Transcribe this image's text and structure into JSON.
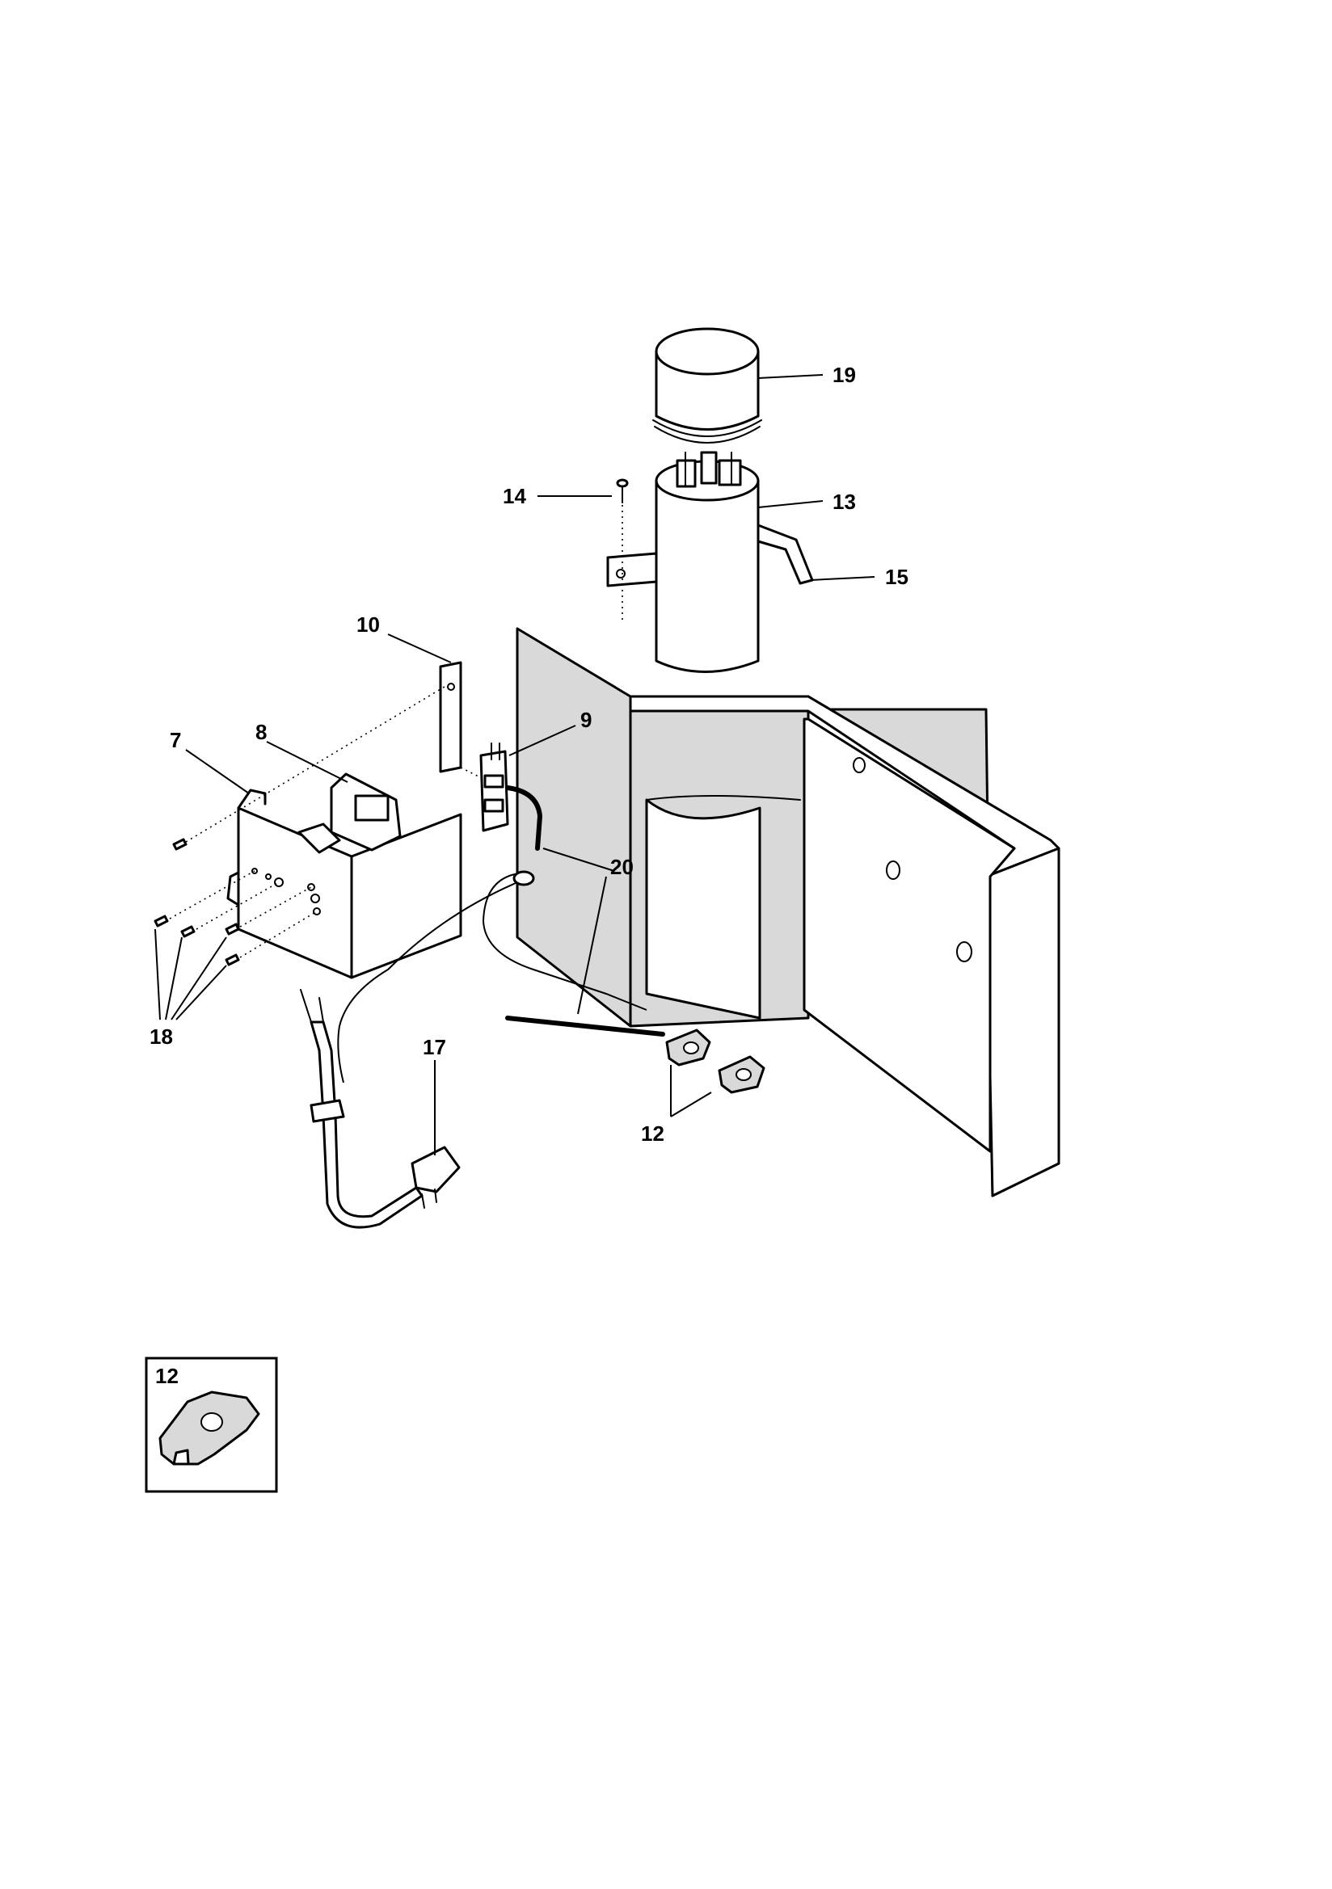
{
  "callouts": {
    "c19": "19",
    "c13": "13",
    "c14": "14",
    "c15": "15",
    "c10": "10",
    "c9": "9",
    "c7": "7",
    "c8": "8",
    "c20": "20",
    "c18": "18",
    "c17": "17",
    "c12": "12",
    "inset12": "12"
  }
}
